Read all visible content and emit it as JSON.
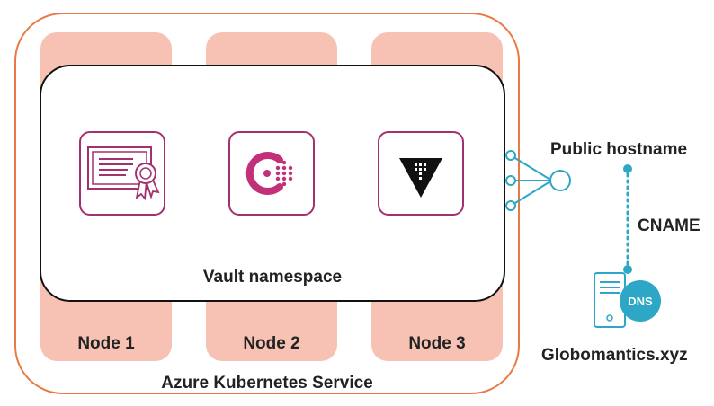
{
  "cluster": {
    "label": "Azure Kubernetes Service"
  },
  "nodes": [
    {
      "label": "Node 1"
    },
    {
      "label": "Node 2"
    },
    {
      "label": "Node 3"
    }
  ],
  "namespace": {
    "label": "Vault namespace"
  },
  "icons": [
    "certificate-icon",
    "consul-icon",
    "vault-icon",
    "load-balancer-icon",
    "dns-server-icon"
  ],
  "dns": {
    "badge": "DNS",
    "domain": "Globomantics.xyz"
  },
  "public_hostname": "Public hostname",
  "link_label": "CNAME",
  "colors": {
    "aks_border": "#e87a45",
    "node_fill": "#f7c2b4",
    "icon_border": "#a3306f",
    "teal": "#2ea6c6"
  }
}
